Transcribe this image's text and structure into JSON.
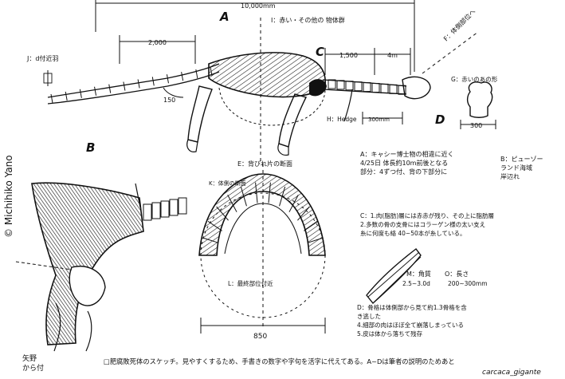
{
  "copyright": "© Michihiko Yano",
  "panel_letters": {
    "a": "A",
    "b": "B",
    "c": "C",
    "d": "D"
  },
  "dimension_labels": {
    "total_length": "10,000mm",
    "left_span": "2,000",
    "right_span": "1,500",
    "right_span_2": "4m",
    "arc": "150",
    "bottom_span": "300mm",
    "d_width": "300",
    "e_width": "850",
    "m_n": "2.5~3.0d",
    "o_val": "200~300mm"
  },
  "callouts": {
    "item_i": "I：赤い・その他の\n物体群",
    "item_j": "J：d付近羽",
    "item_f": "F：体側部位へ",
    "item_e": "E：背びれ片の断面",
    "item_h": "H：Hedge",
    "item_g": "G：赤いのあの形",
    "item_k": "K：体側の断面",
    "item_l": "L：最終部位付近",
    "item_m": "M：角質",
    "item_o": "O：長さ"
  },
  "notes": {
    "note_a": [
      "A：キャシー博士物の相違に近く",
      "4/25日 体長約10m前後となる",
      "部分：4ずつ付、背の下部分に"
    ],
    "note_b": [
      "B：ピューゾー",
      "ランド海域",
      "岸辺れ"
    ],
    "note_c": [
      "C：1.肉(脂肪)層には赤赤が残り、その上に脂肪層",
      "2.多数の骨の支骨にはコラーゲン様の太い支え",
      "  糸に何度も絡 40~50本が糸している。"
    ],
    "note_d": [
      "D：骨格は体側部から見て約1.3骨格を含",
      "  き逃した",
      "4.細部の肉はほぼ全て崩落しまっている",
      "5.皮は体から落ちて残存"
    ]
  },
  "footer": {
    "author_mark": "矢野\nから付",
    "caption": "□肥腐敗死体のスケッチ。見やすくするため、手書きの数字や字句を活字に代えてある。A~Dは筆者の説明のためあと",
    "watermark": "carcaca_gigante"
  }
}
